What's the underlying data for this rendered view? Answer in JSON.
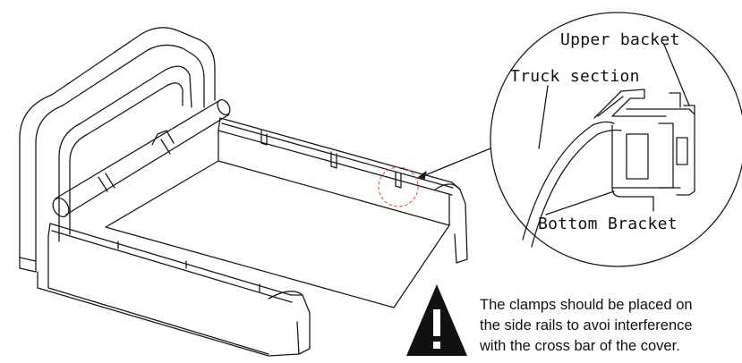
{
  "callouts": {
    "upper_bracket": "Upper backet",
    "truck_section": "Truck section",
    "bottom_bracket": "Bottom Bracket"
  },
  "warning": {
    "icon": "warning-exclamation-icon",
    "lines": [
      "The clamps should be placed on",
      "the side rails to avoi interference",
      "with the cross bar of the cover."
    ]
  },
  "colors": {
    "line": "#1a1a1a",
    "highlight_circle": "#e0463c",
    "warning_fill": "#111111"
  }
}
